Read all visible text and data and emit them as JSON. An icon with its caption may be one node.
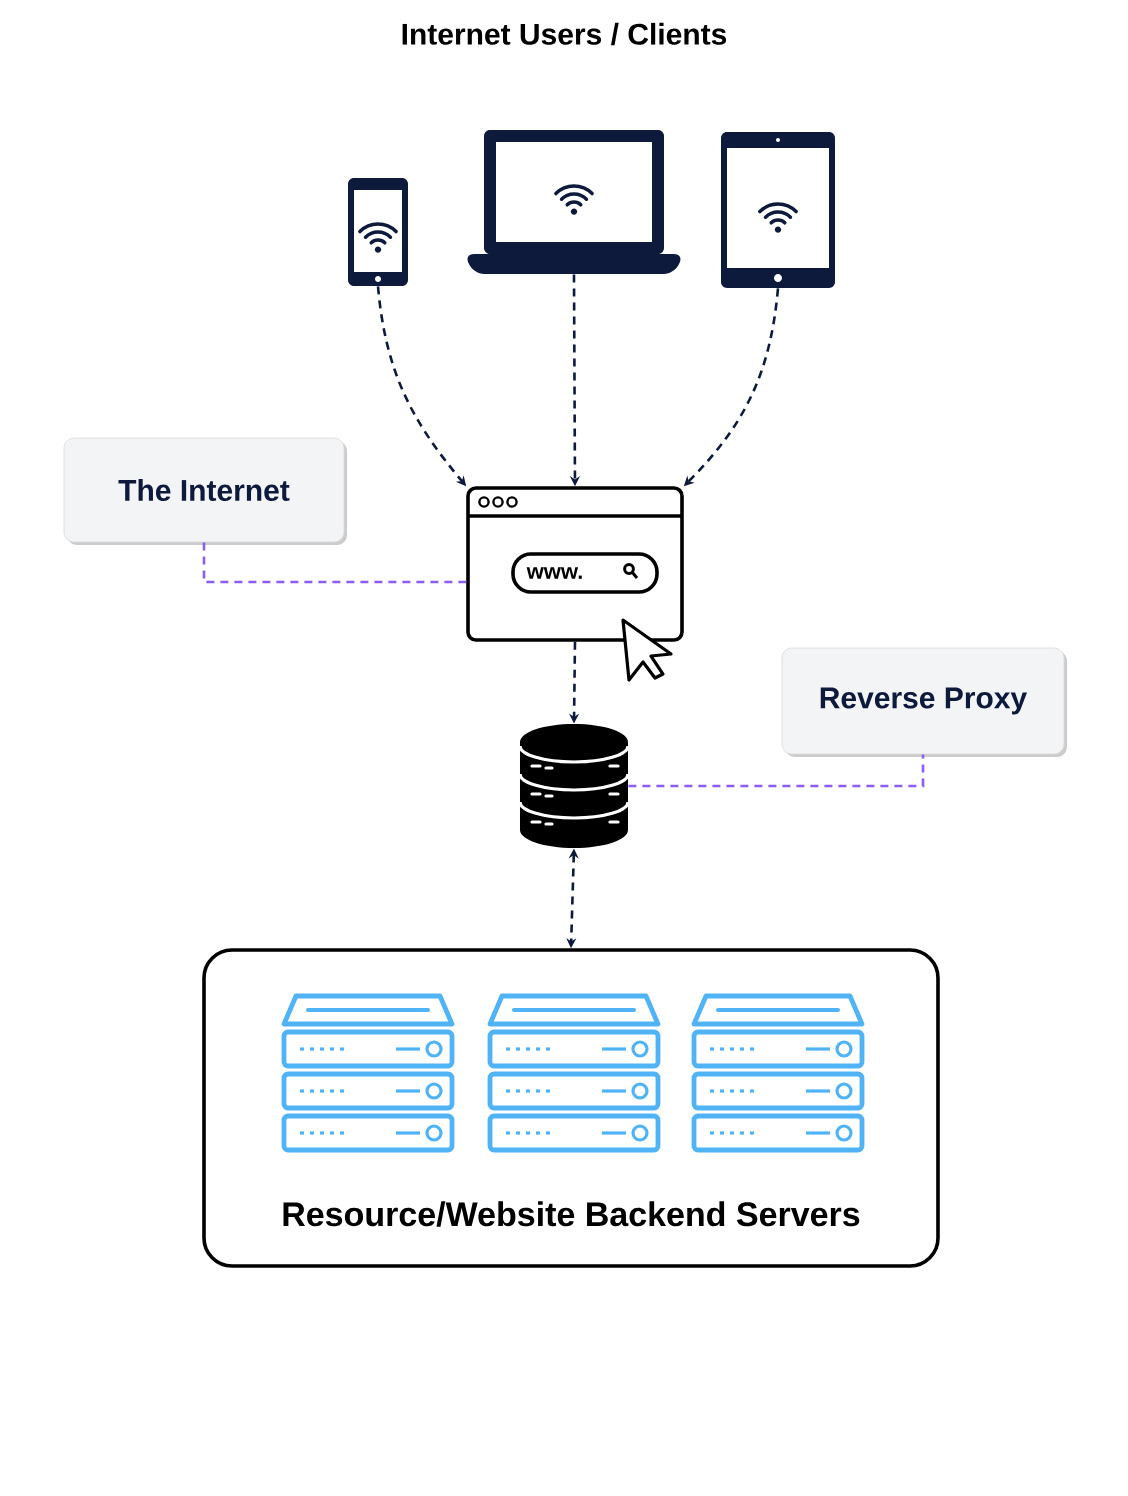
{
  "diagram": {
    "title": "Internet Users / Clients",
    "nodes": [
      {
        "text": [],
        "shape": "phone"
      },
      {
        "text": [],
        "shape": "laptop"
      },
      {
        "text": [],
        "shape": "tablet"
      },
      {
        "text": [
          "The Internet"
        ]
      },
      {
        "text": [
          "www."
        ]
      },
      {
        "text": [
          "Reverse Proxy"
        ]
      },
      {
        "text": [],
        "shape": "cylinder"
      },
      {
        "text": [
          "Resource/Website Backend Servers"
        ]
      },
      {
        "text": [],
        "shape": "server",
        "in": 7
      },
      {
        "text": [],
        "shape": "server",
        "in": 7
      },
      {
        "text": [],
        "shape": "server",
        "in": 7
      }
    ],
    "edges": [
      {
        "from": 0,
        "to": 4,
        "arrow": "to",
        "style": "dashed"
      },
      {
        "from": 1,
        "to": 4,
        "arrow": "to",
        "style": "dashed"
      },
      {
        "from": 2,
        "to": 4,
        "arrow": "to",
        "style": "dashed"
      },
      {
        "from": 3,
        "to": 4,
        "arrow": "none",
        "style": "dashed",
        "color": "#8b5cf6"
      },
      {
        "from": 4,
        "to": 6,
        "arrow": "to",
        "style": "dashed"
      },
      {
        "from": 6,
        "to": 5,
        "arrow": "none",
        "style": "dashed",
        "color": "#8b5cf6"
      },
      {
        "from": 6,
        "to": 7,
        "arrow": "both",
        "style": "dashed"
      }
    ]
  }
}
